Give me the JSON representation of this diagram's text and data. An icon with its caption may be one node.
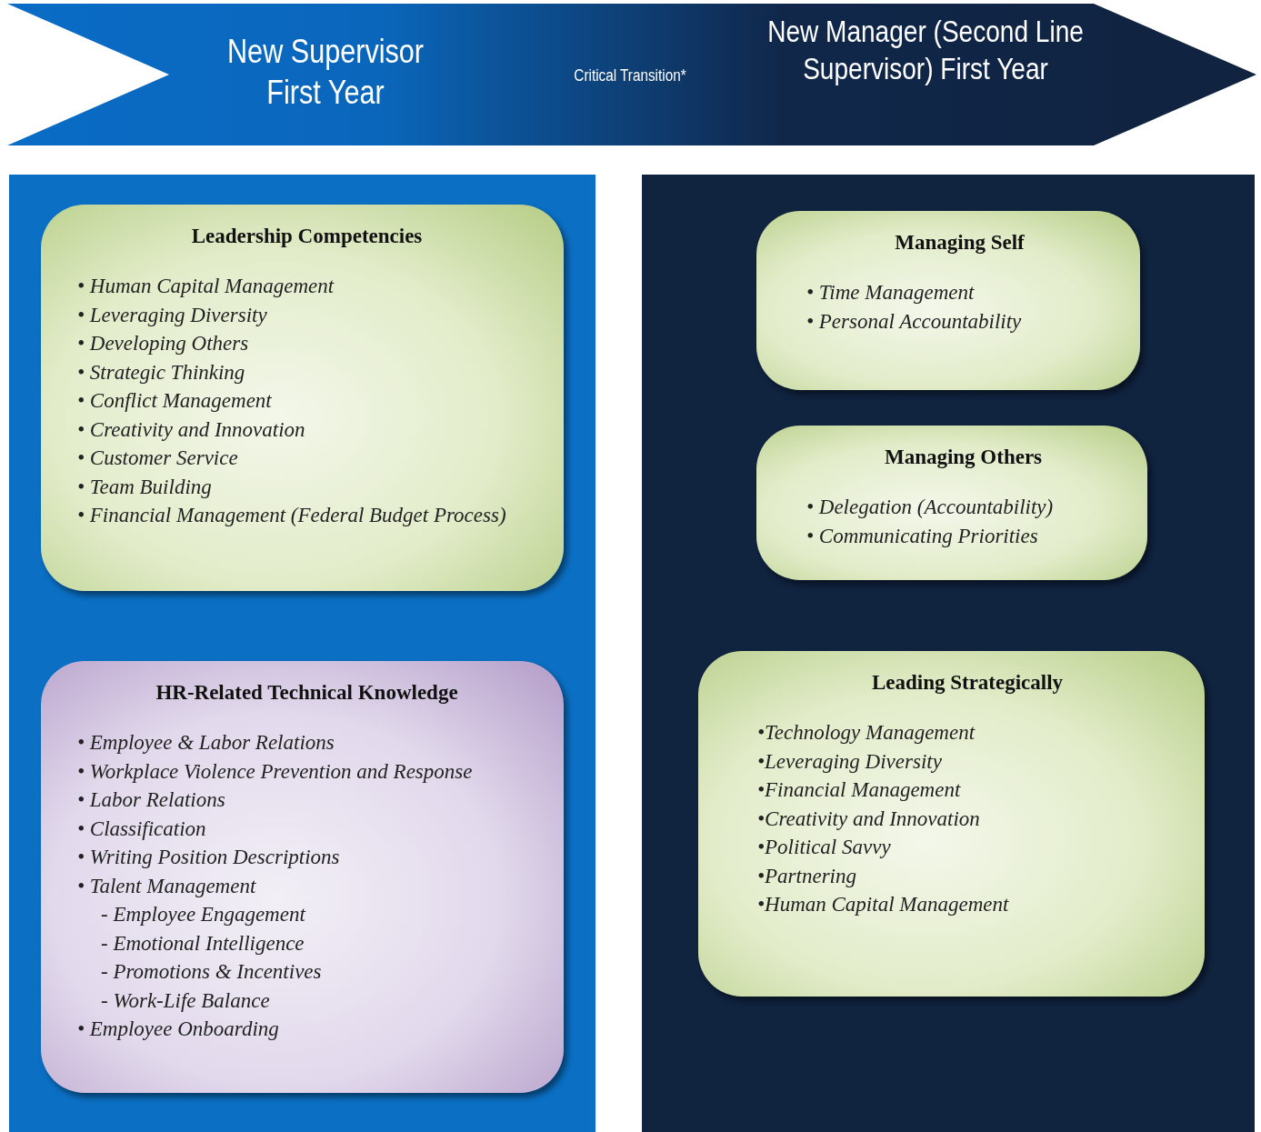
{
  "diagram": {
    "nodes": [
      {
        "text": [
          "New Supervisor First Year",
          "Critical Transition*",
          "New Manager (Second Line Supervisor) First Year"
        ]
      },
      {
        "text": [],
        "shape": "box"
      },
      {
        "text": [],
        "shape": "box"
      },
      {
        "text": [
          "Leadership Competencies",
          "• Human Capital Management",
          "• Leveraging Diversity",
          "• Developing Others",
          "• Strategic Thinking",
          "• Conflict Management",
          "• Creativity and Innovation",
          "• Customer Service",
          "• Team Building",
          "• Financial Management (Federal Budget Process)"
        ],
        "in": 1
      },
      {
        "text": [
          "HR-Related Technical Knowledge",
          "• Employee & Labor Relations",
          "• Workplace Violence Prevention and Response",
          "• Labor Relations",
          "• Classification",
          "• Writing Position Descriptions",
          "• Talent Management",
          "- Employee Engagement",
          "- Emotional Intelligence",
          "- Promotions & Incentives",
          "- Work-Life Balance",
          "• Employee Onboarding"
        ],
        "in": 1
      },
      {
        "text": [
          "Managing Self",
          "• Time Management",
          "• Personal Accountability"
        ],
        "in": 2
      },
      {
        "text": [
          "Managing Others",
          "• Delegation (Accountability)",
          "• Communicating Priorities"
        ],
        "in": 2
      },
      {
        "text": [
          "Leading Strategically",
          "•Technology Management",
          "•Leveraging Diversity",
          "•Financial Management",
          "•Creativity and Innovation",
          "•Political Savvy",
          "•Partnering",
          "•Human Capital Management"
        ],
        "in": 2
      }
    ],
    "edges": []
  }
}
